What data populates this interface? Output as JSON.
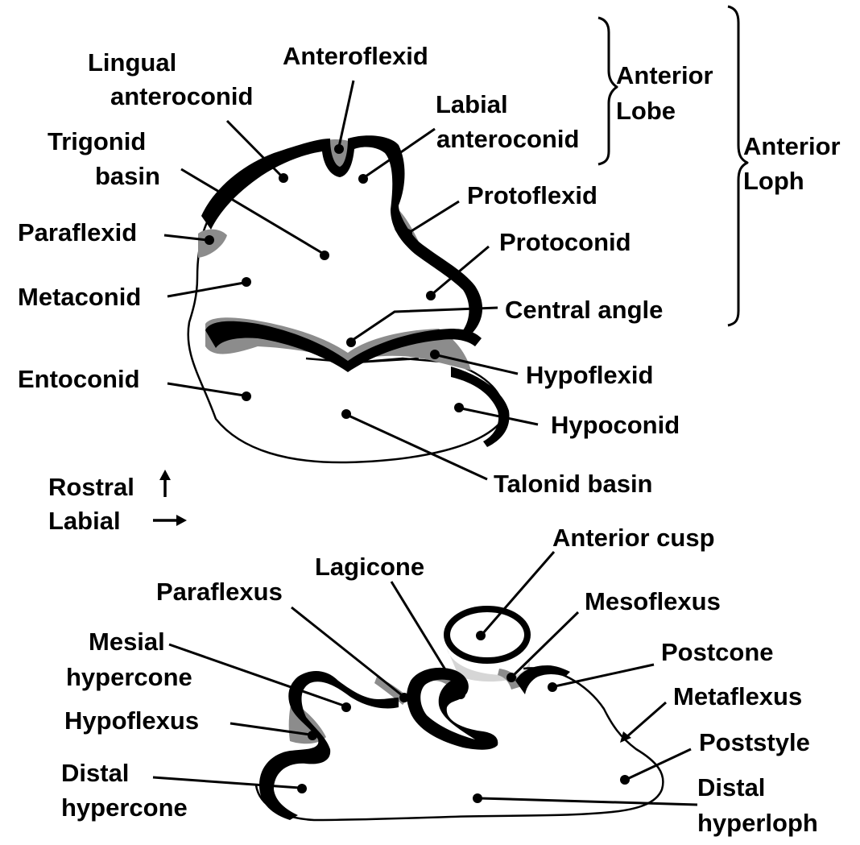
{
  "top_tooth": {
    "labels": {
      "anteroflexid": "Anteroflexid",
      "lingual_anteroconid_1": "Lingual",
      "lingual_anteroconid_2": "anteroconid",
      "labial_anteroconid_1": "Labial",
      "labial_anteroconid_2": "anteroconid",
      "anterior_lobe_1": "Anterior",
      "anterior_lobe_2": "Lobe",
      "anterior_loph_1": "Anterior",
      "anterior_loph_2": "Loph",
      "trigonid_basin_1": "Trigonid",
      "trigonid_basin_2": "basin",
      "protoflexid": "Protoflexid",
      "paraflexid": "Paraflexid",
      "protoconid": "Protoconid",
      "metaconid": "Metaconid",
      "central_angle": "Central angle",
      "hypoflexid": "Hypoflexid",
      "entoconid": "Entoconid",
      "hypoconid": "Hypoconid",
      "talonid_basin": "Talonid basin"
    }
  },
  "orientation": {
    "rostral": "Rostral",
    "labial": "Labial"
  },
  "bottom_tooth": {
    "labels": {
      "anterior_cusp": "Anterior cusp",
      "lagicone": "Lagicone",
      "paraflexus": "Paraflexus",
      "mesoflexus": "Mesoflexus",
      "mesial_hypercone_1": "Mesial",
      "mesial_hypercone_2": "hypercone",
      "postcone": "Postcone",
      "metaflexus": "Metaflexus",
      "hypoflexus": "Hypoflexus",
      "poststyle": "Poststyle",
      "distal_hypercone_1": "Distal",
      "distal_hypercone_2": "hypercone",
      "distal_hyperloph_1": "Distal",
      "distal_hyperloph_2": "hyperloph"
    }
  }
}
